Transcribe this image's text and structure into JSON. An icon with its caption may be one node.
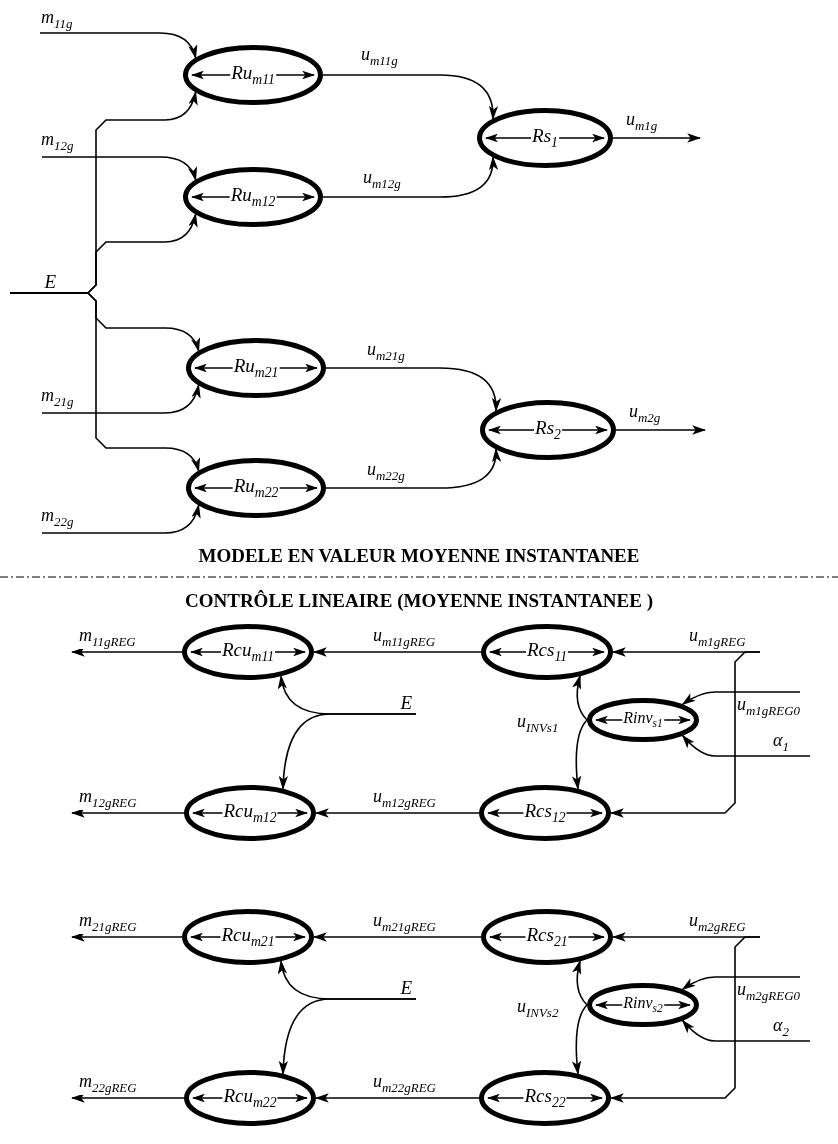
{
  "diagram": {
    "nodes": [
      {
        "text": [
          "Ru$_{m11}$"
        ]
      },
      {
        "text": [
          "Ru$_{m12}$"
        ]
      },
      {
        "text": [
          "Ru$_{m21}$"
        ]
      },
      {
        "text": [
          "Ru$_{m22}$"
        ]
      },
      {
        "text": [
          "Rs$_{1}$"
        ]
      },
      {
        "text": [
          "Rs$_{2}$"
        ]
      },
      {
        "text": [
          "E"
        ]
      },
      {
        "text": [
          "Rcu$_{m11}$"
        ]
      },
      {
        "text": [
          "Rcs$_{11}$"
        ]
      },
      {
        "text": [
          "E"
        ]
      },
      {
        "text": [
          "Rinv$_{s1}$"
        ]
      },
      {
        "text": [
          "Rcu$_{m12}$"
        ]
      },
      {
        "text": [
          "Rcs$_{12}$"
        ]
      },
      {
        "text": [
          "Rcu$_{m21}$"
        ]
      },
      {
        "text": [
          "Rcs$_{21}$"
        ]
      },
      {
        "text": [
          "E"
        ]
      },
      {
        "text": [
          "Rinv$_{s2}$"
        ]
      },
      {
        "text": [
          "Rcu$_{m22}$"
        ]
      },
      {
        "text": [
          "Rcs$_{22}$"
        ]
      }
    ],
    "edges": [
      {
        "from": null,
        "to": 0,
        "arrow": "to",
        "label": "m$_{11g}$"
      },
      {
        "from": 6,
        "to": 0,
        "arrow": "to"
      },
      {
        "from": null,
        "to": 1,
        "arrow": "to",
        "label": "m$_{12g}$"
      },
      {
        "from": 6,
        "to": 1,
        "arrow": "to"
      },
      {
        "from": 6,
        "to": 2,
        "arrow": "to"
      },
      {
        "from": null,
        "to": 2,
        "arrow": "to",
        "label": "m$_{21g}$"
      },
      {
        "from": 6,
        "to": 3,
        "arrow": "to"
      },
      {
        "from": null,
        "to": 3,
        "arrow": "to",
        "label": "m$_{22g}$"
      },
      {
        "from": 0,
        "to": 4,
        "arrow": "to",
        "label": "u$_{m11g}$"
      },
      {
        "from": 1,
        "to": 4,
        "arrow": "to",
        "label": "u$_{m12g}$"
      },
      {
        "from": 2,
        "to": 5,
        "arrow": "to",
        "label": "u$_{m21g}$"
      },
      {
        "from": 3,
        "to": 5,
        "arrow": "to",
        "label": "u$_{m22g}$"
      },
      {
        "from": 4,
        "to": null,
        "arrow": "to",
        "label": "u$_{m1g}$"
      },
      {
        "from": 5,
        "to": null,
        "arrow": "to",
        "label": "u$_{m2g}$"
      },
      {
        "from": 7,
        "to": null,
        "arrow": "to",
        "label": "m$_{11gREG}$"
      },
      {
        "from": 8,
        "to": 7,
        "arrow": "to",
        "label": "u$_{m11gREG}$"
      },
      {
        "from": null,
        "to": 8,
        "arrow": "to",
        "label": "u$_{m1gREG}$"
      },
      {
        "from": null,
        "to": 12,
        "arrow": "to"
      },
      {
        "from": null,
        "to": 10,
        "arrow": "to",
        "label": "u$_{m1gREG0}$"
      },
      {
        "from": null,
        "to": 10,
        "arrow": "to",
        "label": "α$_{1}$"
      },
      {
        "from": 10,
        "to": 8,
        "arrow": "to",
        "label": "u$_{INVs1}$"
      },
      {
        "from": 10,
        "to": 12,
        "arrow": "to"
      },
      {
        "from": 9,
        "to": 7,
        "arrow": "to"
      },
      {
        "from": 9,
        "to": 11,
        "arrow": "to"
      },
      {
        "from": 11,
        "to": null,
        "arrow": "to",
        "label": "m$_{12gREG}$"
      },
      {
        "from": 12,
        "to": 11,
        "arrow": "to",
        "label": "u$_{m12gREG}$"
      },
      {
        "from": 13,
        "to": null,
        "arrow": "to",
        "label": "m$_{21gREG}$"
      },
      {
        "from": 14,
        "to": 13,
        "arrow": "to",
        "label": "u$_{m21gREG}$"
      },
      {
        "from": null,
        "to": 14,
        "arrow": "to",
        "label": "u$_{m2gREG}$"
      },
      {
        "from": null,
        "to": 18,
        "arrow": "to"
      },
      {
        "from": null,
        "to": 16,
        "arrow": "to",
        "label": "u$_{m2gREG0}$"
      },
      {
        "from": null,
        "to": 16,
        "arrow": "to",
        "label": "α$_{2}$"
      },
      {
        "from": 16,
        "to": 14,
        "arrow": "to",
        "label": "u$_{INVs2}$"
      },
      {
        "from": 16,
        "to": 18,
        "arrow": "to"
      },
      {
        "from": 15,
        "to": 13,
        "arrow": "to"
      },
      {
        "from": 15,
        "to": 17,
        "arrow": "to"
      },
      {
        "from": 17,
        "to": null,
        "arrow": "to",
        "label": "m$_{22gREG}$"
      },
      {
        "from": 18,
        "to": 17,
        "arrow": "to",
        "label": "u$_{m22gREG}$"
      }
    ],
    "labels": [
      "MODELE EN VALEUR MOYENNE INSTANTANEE",
      "CONTRÔLE LINEAIRE (MOYENNE INSTANTANEE )"
    ]
  }
}
